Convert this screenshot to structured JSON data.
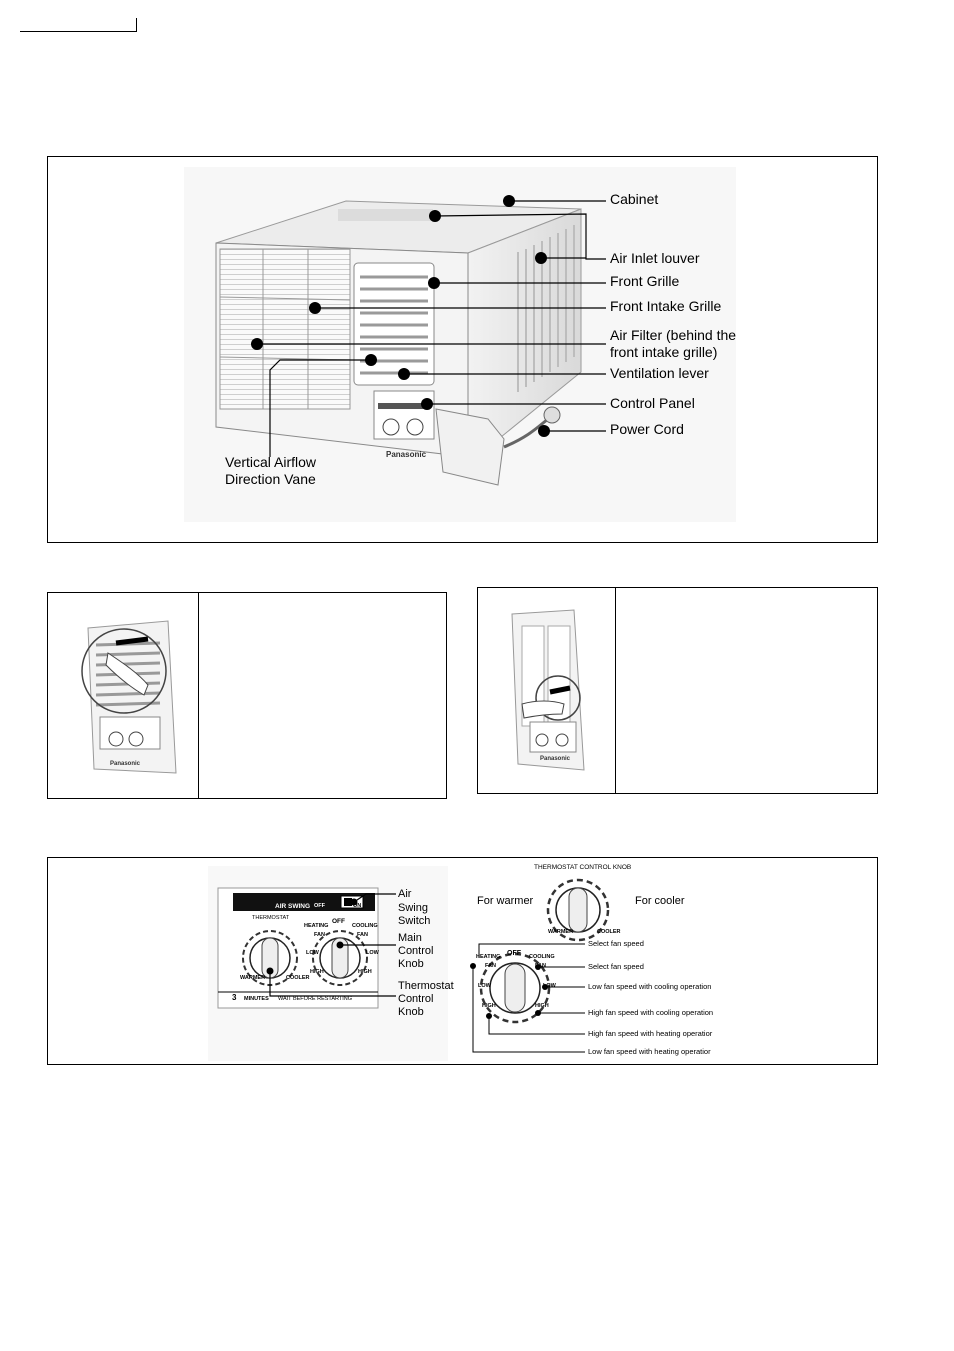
{
  "overview": {
    "labels": {
      "cabinet": "Cabinet",
      "air_inlet_louver": "Air Inlet louver",
      "front_grille": "Front Grille",
      "front_intake_grille": "Front Intake Grille",
      "air_filter_l1": "Air Filter (behind the",
      "air_filter_l2": "front intake grille)",
      "ventilation_lever": "Ventilation lever",
      "control_panel": "Control Panel",
      "power_cord": "Power Cord",
      "vertical_vane_l1": "Vertical Airflow",
      "vertical_vane_l2": "Direction Vane"
    },
    "brand": "Panasonic"
  },
  "panel_small": {
    "brand": "Panasonic"
  },
  "controls": {
    "panel_left": {
      "air_swing": "AIR SWING",
      "off": "OFF",
      "on": "ON",
      "thermostat": "THERMOSTAT",
      "heating": "HEATING",
      "off_ring": "OFF",
      "cooling": "COOLING",
      "fan": "FAN",
      "low": "LOW",
      "high": "HIGH",
      "warmer": "WARMER",
      "cooler": "COOLER",
      "three": "3",
      "minutes": "MINUTES",
      "wait": "WAIT BEFORE RESTARTING"
    },
    "callouts": {
      "air_swing_l1": "Air",
      "air_swing_l2": "Swing",
      "air_swing_l3": "Switch",
      "main_knob_l1": "Main",
      "main_knob_l2": "Control",
      "main_knob_l3": "Knob",
      "thermo_knob_l1": "Thermostat",
      "thermo_knob_l2": "Control",
      "thermo_knob_l3": "Knob"
    },
    "right": {
      "thermo_title": "THERMOSTAT CONTROL KNOB",
      "for_warmer": "For warmer",
      "for_cooler": "For cooler",
      "warmer": "WARMER",
      "cooler": "COOLER",
      "heating": "HEATING",
      "off": "OFF",
      "cooling": "COOLING",
      "fan": "FAN",
      "low": "LOW",
      "high": "HIGH",
      "legend": [
        "Select fan speed",
        "Select fan speed",
        "Low fan speed with cooling operation",
        "High fan speed with cooling operation",
        "High fan speed with heating operatior",
        "Low fan speed with heating operatior"
      ]
    }
  }
}
